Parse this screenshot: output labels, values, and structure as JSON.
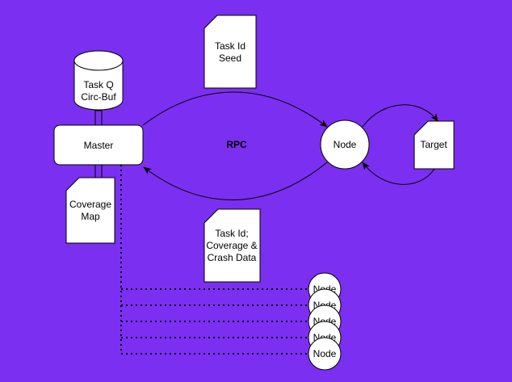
{
  "colors": {
    "background": "#7b2ff0",
    "shape_fill": "#ffffff",
    "stroke": "#000000"
  },
  "task_queue": {
    "line1": "Task Q",
    "line2": "Circ-Buf"
  },
  "master": {
    "label": "Master"
  },
  "coverage_map": {
    "line1": "Coverage",
    "line2": "Map"
  },
  "task_seed_note": {
    "line1": "Task Id",
    "line2": "Seed"
  },
  "rpc": {
    "label": "RPC"
  },
  "node": {
    "label": "Node"
  },
  "target": {
    "label": "Target"
  },
  "crash_note": {
    "line1": "Task Id;",
    "line2": "Coverage &",
    "line3": "Crash Data"
  },
  "worker_nodes": [
    {
      "label": "Node"
    },
    {
      "label": "Node"
    },
    {
      "label": "Node"
    },
    {
      "label": "Node"
    },
    {
      "label": "Node"
    }
  ]
}
